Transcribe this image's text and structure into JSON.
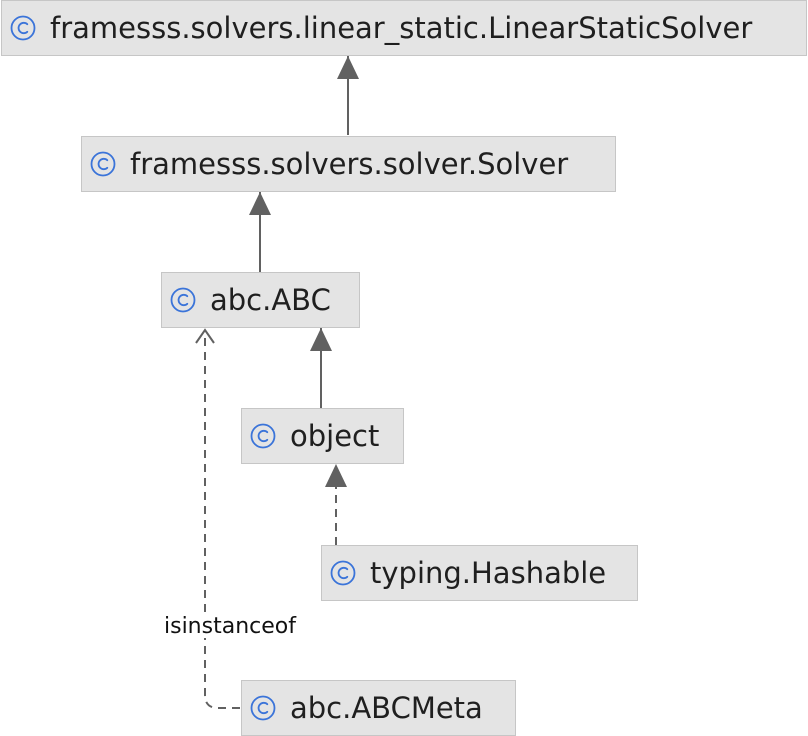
{
  "diagram": {
    "nodes": [
      {
        "id": "linear_static_solver",
        "label": "framesss.solvers.linear_static.LinearStaticSolver",
        "icon": "class-icon"
      },
      {
        "id": "solver",
        "label": "framesss.solvers.solver.Solver",
        "icon": "class-icon"
      },
      {
        "id": "abc_abc",
        "label": "abc.ABC",
        "icon": "class-icon"
      },
      {
        "id": "object",
        "label": "object",
        "icon": "class-icon"
      },
      {
        "id": "typing_hashable",
        "label": "typing.Hashable",
        "icon": "class-icon"
      },
      {
        "id": "abc_abcmeta",
        "label": "abc.ABCMeta",
        "icon": "class-icon"
      }
    ],
    "edges": [
      {
        "from": "solver",
        "to": "linear_static_solver",
        "kind": "extends",
        "line": "solid",
        "label": ""
      },
      {
        "from": "abc_abc",
        "to": "solver",
        "kind": "extends",
        "line": "solid",
        "label": ""
      },
      {
        "from": "object",
        "to": "abc_abc",
        "kind": "extends",
        "line": "solid",
        "label": ""
      },
      {
        "from": "typing_hashable",
        "to": "object",
        "kind": "implements",
        "line": "dashed",
        "label": ""
      },
      {
        "from": "abc_abcmeta",
        "to": "abc_abc",
        "kind": "isinstanceof",
        "line": "dashed",
        "label": "isinstanceof"
      }
    ],
    "colors": {
      "node_fill": "#e4e4e4",
      "node_border": "#c6c6c6",
      "edge": "#616161",
      "icon": "#3b74d9",
      "text": "#1f1f1f"
    }
  }
}
